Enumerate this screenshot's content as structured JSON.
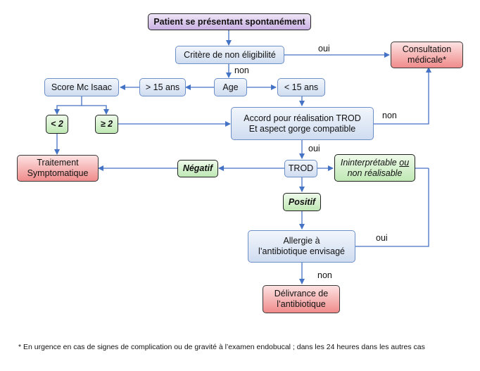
{
  "nodes": {
    "patient": "Patient se présentant spontanément",
    "critere": "Critère de non éligibilité",
    "consultation_l1": "Consultation",
    "consultation_l2": "médicale*",
    "score": "Score Mc Isaac",
    "gt15": "> 15 ans",
    "age": "Age",
    "lt15": "< 15 ans",
    "lt2": "< 2",
    "ge2": "≥ 2",
    "accord_l1": "Accord pour réalisation TROD",
    "accord_l2": "Et aspect gorge compatible",
    "traitement_l1": "Traitement",
    "traitement_l2": "Symptomatique",
    "negatif": "Négatif",
    "trod": "TROD",
    "ininterp_l1a": "Ininterprétable",
    "ininterp_ou": "ou",
    "ininterp_l2": "non réalisable",
    "positif": "Positif",
    "allergie_l1": "Allergie à",
    "allergie_l2": "l’antibiotique envisagé",
    "delivrance_l1": "Délivrance de",
    "delivrance_l2": "l’antibiotique"
  },
  "labels": {
    "oui_top": "oui",
    "non_age": "non",
    "non_accord": "non",
    "oui_trod": "oui",
    "oui_allergie": "oui",
    "non_allergie": "non"
  },
  "footnote": "* En urgence en cas de signes de complication ou de gravité à l’examen endobucal ; dans les 24 heures dans les autres cas",
  "colors": {
    "connector": "#4472c4",
    "process_fill": "#dce6f4",
    "terminal_fill": "#f4a3a3",
    "decision_fill": "#c6efbd",
    "start_fill": "#d5c2ea"
  }
}
